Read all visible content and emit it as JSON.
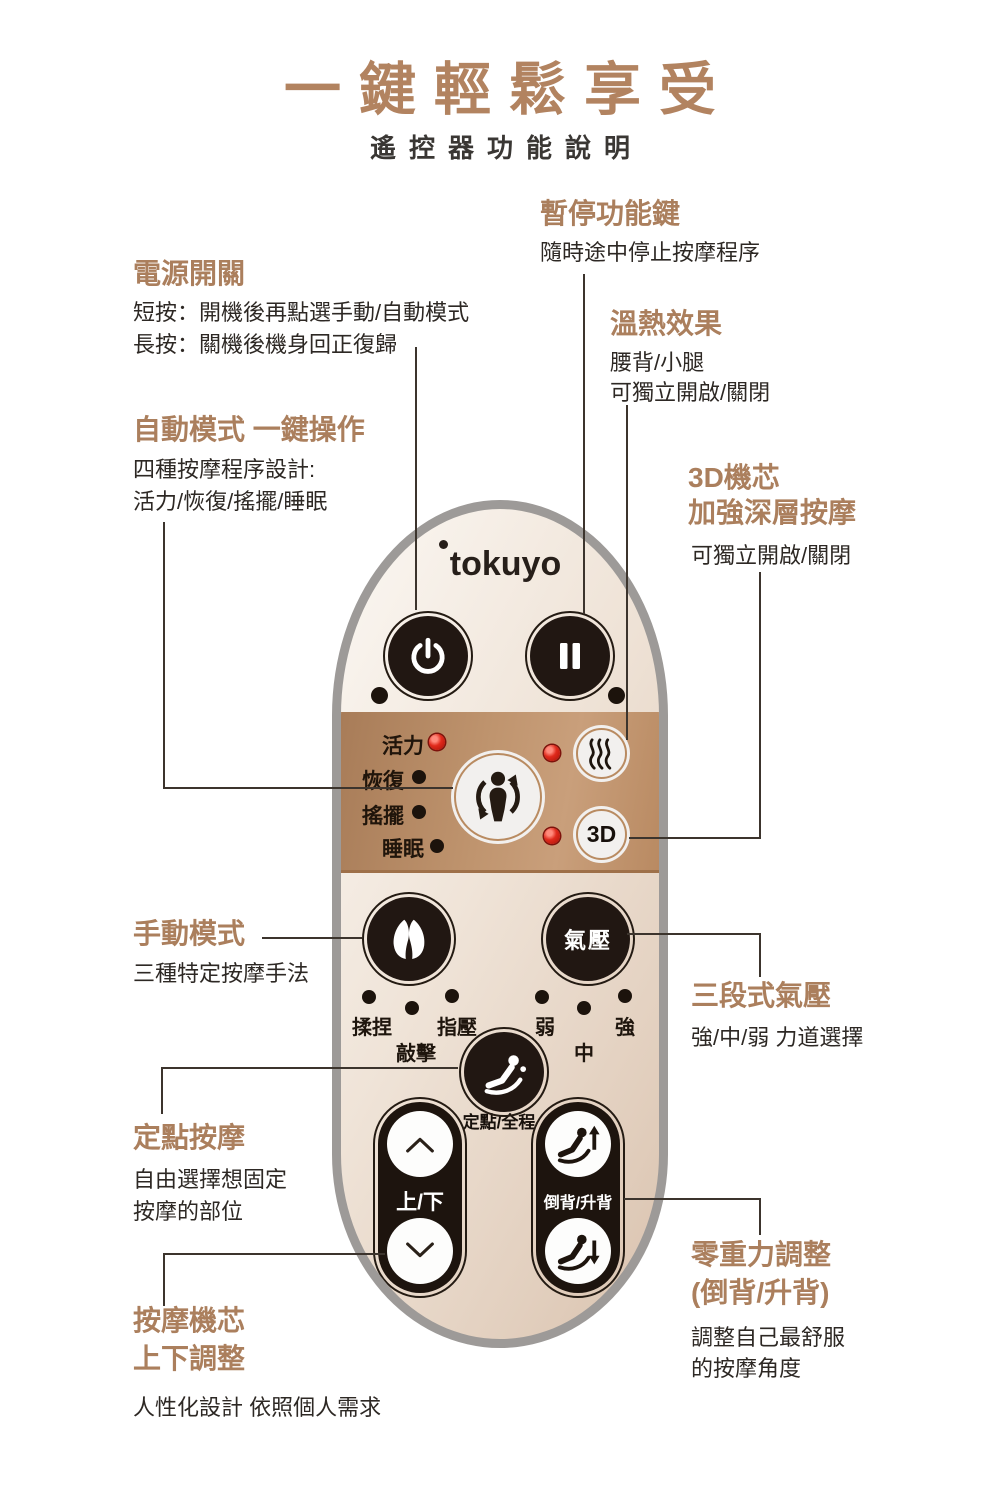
{
  "title": "一鍵輕鬆享受",
  "subtitle": "遙控器功能說明",
  "colors": {
    "accent_tan": "#ab7f5d",
    "body_text": "#2d2824",
    "band_gradient_from": "#a87c58",
    "band_gradient_to": "#c99f7b",
    "remote_outline_gray": "#9d9a98",
    "led_red": "#e02a1c",
    "button_black": "#211712"
  },
  "annotations": {
    "power": {
      "heading": "電源開關",
      "line1": "短按：開機後再點選手動/自動模式",
      "line2": "長按：關機後機身回正復歸"
    },
    "pause": {
      "heading": "暫停功能鍵",
      "line1": "隨時途中停止按摩程序"
    },
    "auto": {
      "heading": "自動模式 一鍵操作",
      "line1": "四種按摩程序設計:",
      "line2": "活力/恢復/搖擺/睡眠"
    },
    "heat": {
      "heading": "溫熱效果",
      "line1": "腰背/小腿",
      "line2": "可獨立開啟/關閉"
    },
    "motor3d": {
      "heading1": "3D機芯",
      "heading2": "加強深層按摩",
      "line1": "可獨立開啟/關閉"
    },
    "manual": {
      "heading": "手動模式",
      "line1": "三種特定按摩手法"
    },
    "point": {
      "heading": "定點按摩",
      "line1": "自由選擇想固定",
      "line2": "按摩的部位"
    },
    "air": {
      "heading": "三段式氣壓",
      "line1": "強/中/弱 力道選擇"
    },
    "zero_gravity": {
      "heading1": "零重力調整",
      "heading2": "(倒背/升背)",
      "line1": "調整自己最舒服",
      "line2": "的按摩角度"
    },
    "lift": {
      "heading1": "按摩機芯",
      "heading2": "上下調整",
      "line1": "人性化設計 依照個人需求"
    }
  },
  "remote": {
    "logo": "tokuyo",
    "modes": [
      {
        "label": "活力",
        "led": "red"
      },
      {
        "label": "恢復",
        "led": "black"
      },
      {
        "label": "搖擺",
        "led": "black"
      },
      {
        "label": "睡眠",
        "led": "black"
      }
    ],
    "buttons": {
      "air": "氣壓",
      "threed": "3D",
      "point": "定點/全程",
      "updown": "上/下",
      "recline": "倒背/升背"
    },
    "manual_levels": [
      "揉捏",
      "敲擊",
      "指壓"
    ],
    "air_levels": [
      "弱",
      "中",
      "強"
    ]
  },
  "icons": {
    "power": "power-icon",
    "pause": "pause-icon",
    "auto": "rotating-person-icon",
    "heat": "heat-waves-icon",
    "hands": "massage-hands-icon",
    "point": "recline-chair-icon",
    "chevron_up": "chevron-up-icon",
    "chevron_down": "chevron-down-icon",
    "recline_up": "recline-up-icon",
    "recline_down": "recline-down-icon"
  }
}
